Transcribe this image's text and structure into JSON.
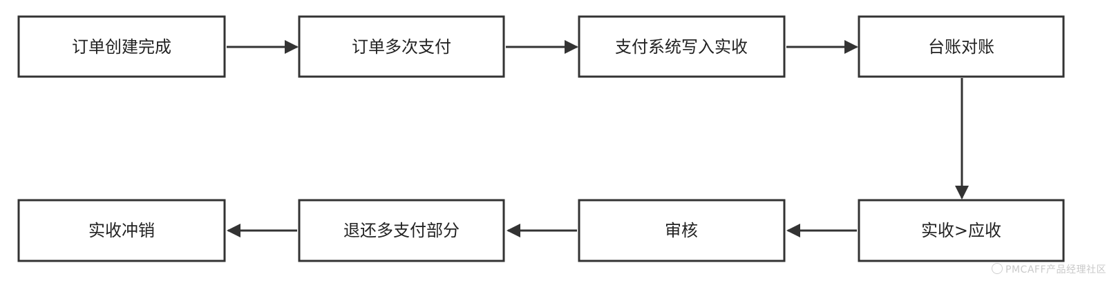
{
  "diagram": {
    "nodes": [
      {
        "id": "n1",
        "label": "订单创建完成"
      },
      {
        "id": "n2",
        "label": "订单多次支付"
      },
      {
        "id": "n3",
        "label": "支付系统写入实收"
      },
      {
        "id": "n4",
        "label": "台账对账"
      },
      {
        "id": "n5",
        "label": "实收>应收"
      },
      {
        "id": "n6",
        "label": "审核"
      },
      {
        "id": "n7",
        "label": "退还多支付部分"
      },
      {
        "id": "n8",
        "label": "实收冲销"
      }
    ],
    "edges": [
      {
        "from": "n1",
        "to": "n2"
      },
      {
        "from": "n2",
        "to": "n3"
      },
      {
        "from": "n3",
        "to": "n4"
      },
      {
        "from": "n4",
        "to": "n5"
      },
      {
        "from": "n5",
        "to": "n6"
      },
      {
        "from": "n6",
        "to": "n7"
      },
      {
        "from": "n7",
        "to": "n8"
      }
    ],
    "colors": {
      "stroke": "#333333",
      "text": "#222222",
      "background": "#ffffff"
    }
  },
  "watermark": {
    "text": "PMCAFF产品经理社区",
    "icon": "circle-logo-icon"
  }
}
